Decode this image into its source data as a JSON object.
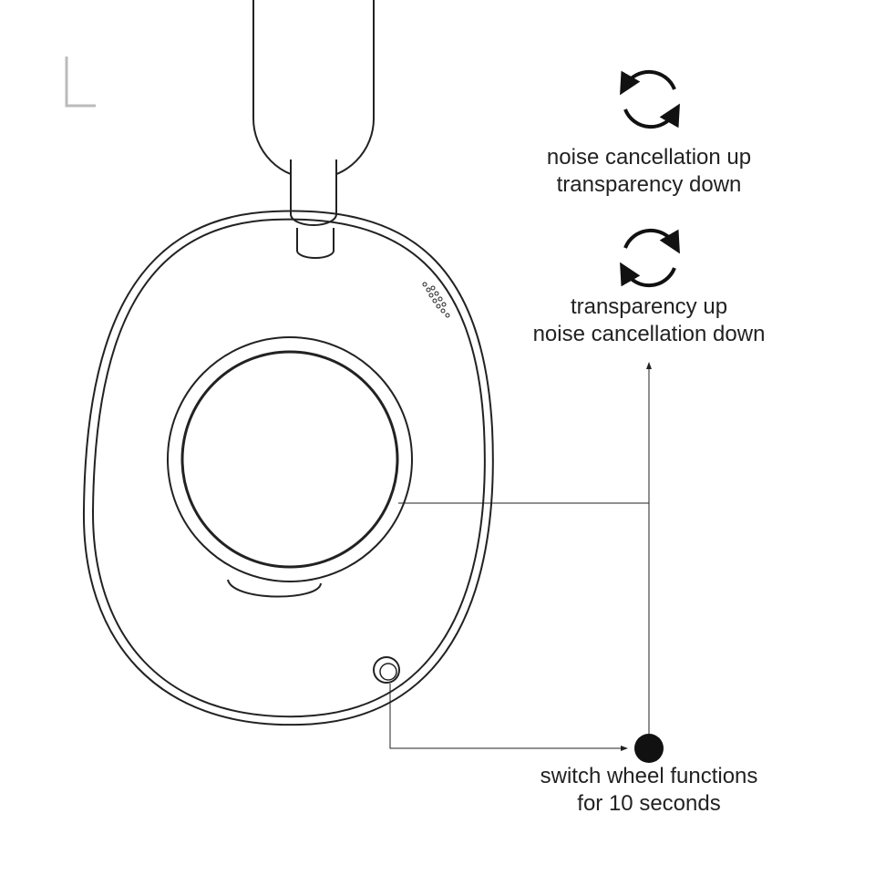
{
  "side_marker": "L",
  "controls": [
    {
      "icon": "rotate-counterclockwise-icon",
      "lines": [
        "noise cancellation up",
        "transparency down"
      ]
    },
    {
      "icon": "rotate-clockwise-icon",
      "lines": [
        "transparency up",
        "noise cancellation down"
      ]
    }
  ],
  "button_action": {
    "lines": [
      "switch wheel functions",
      "for 10 seconds"
    ]
  },
  "colors": {
    "line": "#222222",
    "marker": "#bbbbbb"
  }
}
